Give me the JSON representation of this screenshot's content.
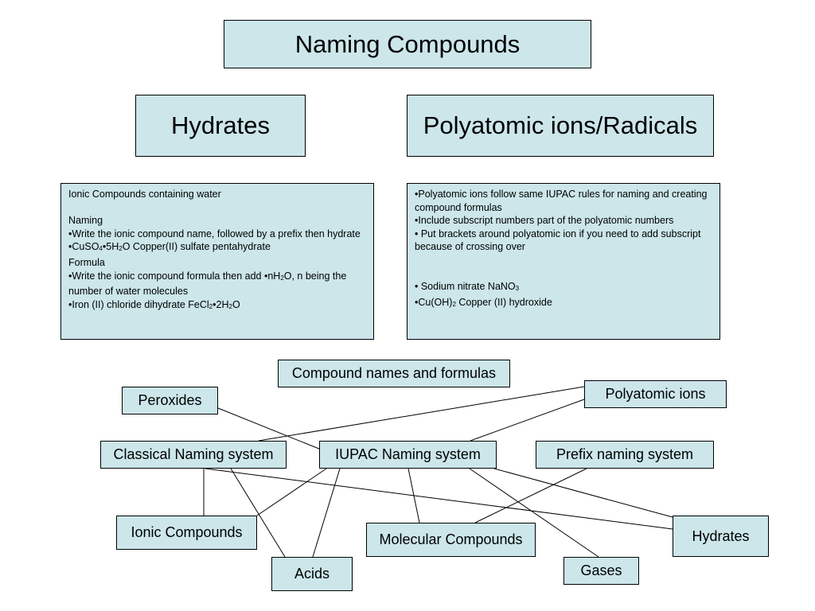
{
  "colors": {
    "box_fill": "#cce6ea",
    "line": "#000000"
  },
  "title": "Naming Compounds",
  "sections": {
    "hydrates_heading": "Hydrates",
    "polyatomic_heading": "Polyatomic ions/Radicals"
  },
  "hydrates_panel": {
    "line1": "Ionic Compounds containing water",
    "naming_label": "Naming",
    "rule1": "•Write the ionic compound name, followed by a prefix then hydrate",
    "ex1": {
      "a": "•CuSO",
      "s1": "4",
      "b": "•5H",
      "s2": "2",
      "c": "O   Copper(II) sulfate pentahydrate"
    },
    "formula_label": "Formula",
    "rule2": {
      "a": "•Write the ionic compound formula then add •nH",
      "s1": "2",
      "b": "O, n being the number of water molecules"
    },
    "ex2": {
      "a": "•Iron (II) chloride dihydrate  FeCl",
      "s1": "2",
      "b": "•2H",
      "s2": "2",
      "c": "O"
    }
  },
  "polyatomic_panel": {
    "rule1": "•Polyatomic ions follow same IUPAC rules for naming and creating compound formulas",
    "rule2": "•Include subscript numbers part of the polyatomic numbers",
    "rule3": "• Put brackets around polyatomic ion if you need to add subscript because of crossing over",
    "ex1": {
      "a": "• Sodium nitrate   NaNO",
      "s1": "3"
    },
    "ex2": {
      "a": "•Cu(OH)",
      "s1": "2",
      "b": "   Copper (II) hydroxide"
    }
  },
  "concept_map": {
    "nodes": {
      "compound_names": "Compound names and formulas",
      "peroxides": "Peroxides",
      "polyatomic_ions": "Polyatomic ions",
      "classical": "Classical Naming system",
      "iupac": "IUPAC Naming system",
      "prefix": "Prefix naming system",
      "ionic": "Ionic Compounds",
      "molecular": "Molecular Compounds",
      "hydrates": "Hydrates",
      "acids": "Acids",
      "gases": "Gases"
    },
    "links": [
      [
        "peroxides",
        "iupac"
      ],
      [
        "polyatomic_ions",
        "classical"
      ],
      [
        "polyatomic_ions",
        "iupac"
      ],
      [
        "classical",
        "ionic"
      ],
      [
        "classical",
        "acids"
      ],
      [
        "classical",
        "hydrates"
      ],
      [
        "iupac",
        "ionic"
      ],
      [
        "iupac",
        "acids"
      ],
      [
        "iupac",
        "molecular"
      ],
      [
        "iupac",
        "gases"
      ],
      [
        "iupac",
        "hydrates"
      ],
      [
        "prefix",
        "molecular"
      ]
    ]
  }
}
